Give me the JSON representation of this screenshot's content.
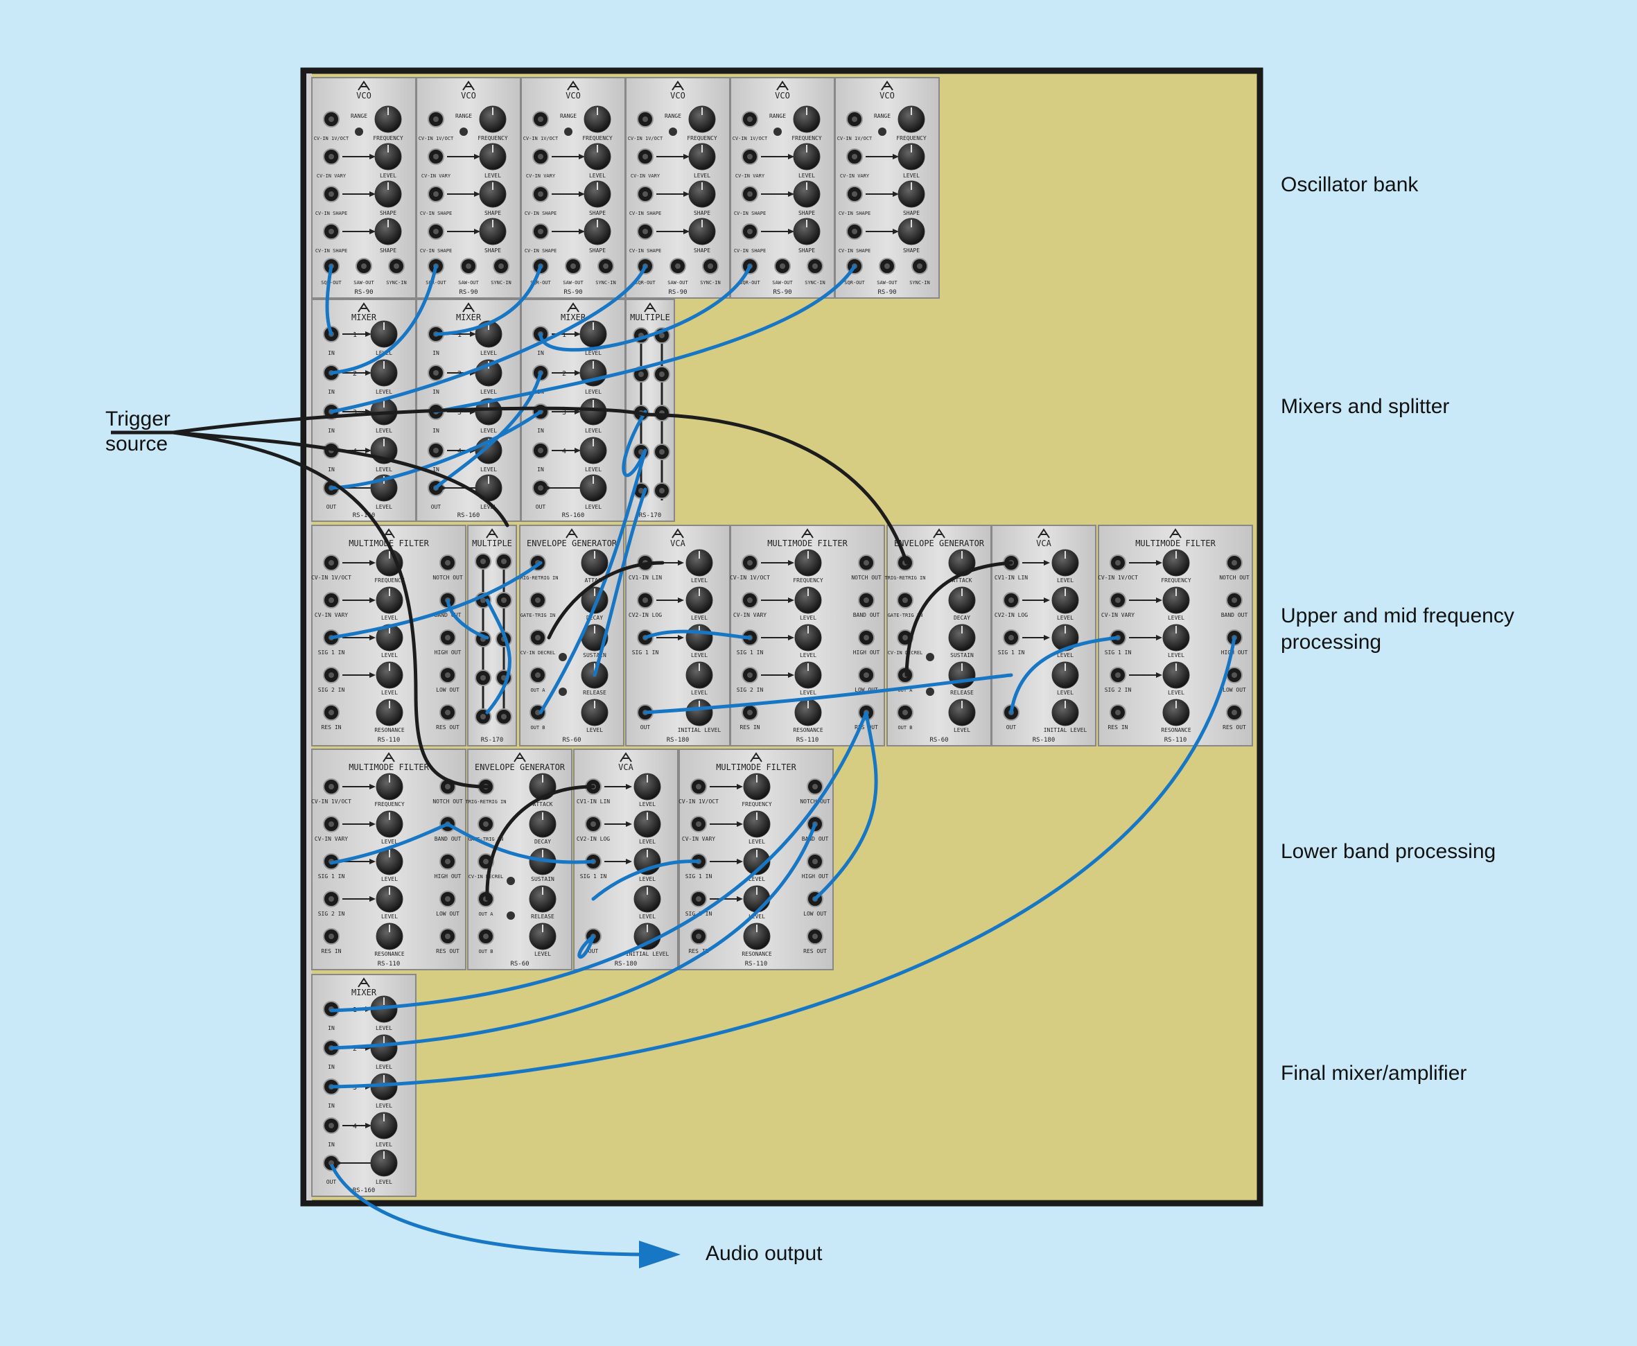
{
  "labels": {
    "oscillator_bank": "Oscillator bank",
    "mixers_splitter": "Mixers and splitter",
    "upper_mid_1": "Upper and mid frequency",
    "upper_mid_2": "processing",
    "lower_band": "Lower band processing",
    "final_mixer": "Final mixer/amplifier",
    "trigger_1": "Trigger",
    "trigger_2": "source",
    "audio_output": "Audio output"
  },
  "modules": {
    "vco": {
      "title": "VCO",
      "range": "RANGE",
      "frequency": "FREQUENCY",
      "level": "LEVEL",
      "shape": "SHAPE",
      "cv_in_1v": "CV-IN 1V/OCT",
      "cv_in_vary": "CV-IN VARY",
      "cv_in_shape": "CV-IN SHAPE",
      "sqr_out": "SQR-OUT",
      "saw_out": "SAW-OUT",
      "sync_in": "SYNC-IN",
      "model": "RS-90"
    },
    "mixer": {
      "title": "MIXER",
      "in": "IN",
      "level": "LEVEL",
      "out": "OUT",
      "model": "RS-160"
    },
    "multiple": {
      "title": "MULTIPLE",
      "model": "RS-170"
    },
    "filter": {
      "title": "MULTIMODE FILTER",
      "frequency": "FREQUENCY",
      "level": "LEVEL",
      "resonance": "RESONANCE",
      "cv_in_1v": "CV-IN 1V/OCT",
      "cv_in_vary": "CV-IN VARY",
      "sig1": "SIG 1 IN",
      "sig2": "SIG 2 IN",
      "res_in": "RES IN",
      "notch": "NOTCH OUT",
      "band": "BAND OUT",
      "high": "HIGH OUT",
      "low": "LOW OUT",
      "res_out": "RES OUT",
      "model": "RS-110"
    },
    "envelope": {
      "title": "ENVELOPE GENERATOR",
      "trig": "TRIG-RETRIG IN",
      "gate": "GATE-TRIG IN",
      "cv": "CV-IN DECREL",
      "attack": "ATTACK",
      "decay": "DECAY",
      "sustain": "SUSTAIN",
      "release": "RELEASE",
      "level": "LEVEL",
      "out_a": "OUT A",
      "out_b": "OUT B",
      "model": "RS-60"
    },
    "vca": {
      "title": "VCA",
      "cv1": "CV1-IN LIN",
      "cv2": "CV2-IN LOG",
      "sig": "SIG 1 IN",
      "out": "OUT",
      "level": "LEVEL",
      "initial_level": "INITIAL LEVEL",
      "model": "RS-180"
    }
  },
  "colors": {
    "background": "#c9e9f8",
    "case_fill": "#d6cd82",
    "case_border": "#1a1a1a",
    "panel": "#d2d2d2",
    "patch_cable": "#1877c4",
    "trigger_cable": "#1c1c1c"
  }
}
